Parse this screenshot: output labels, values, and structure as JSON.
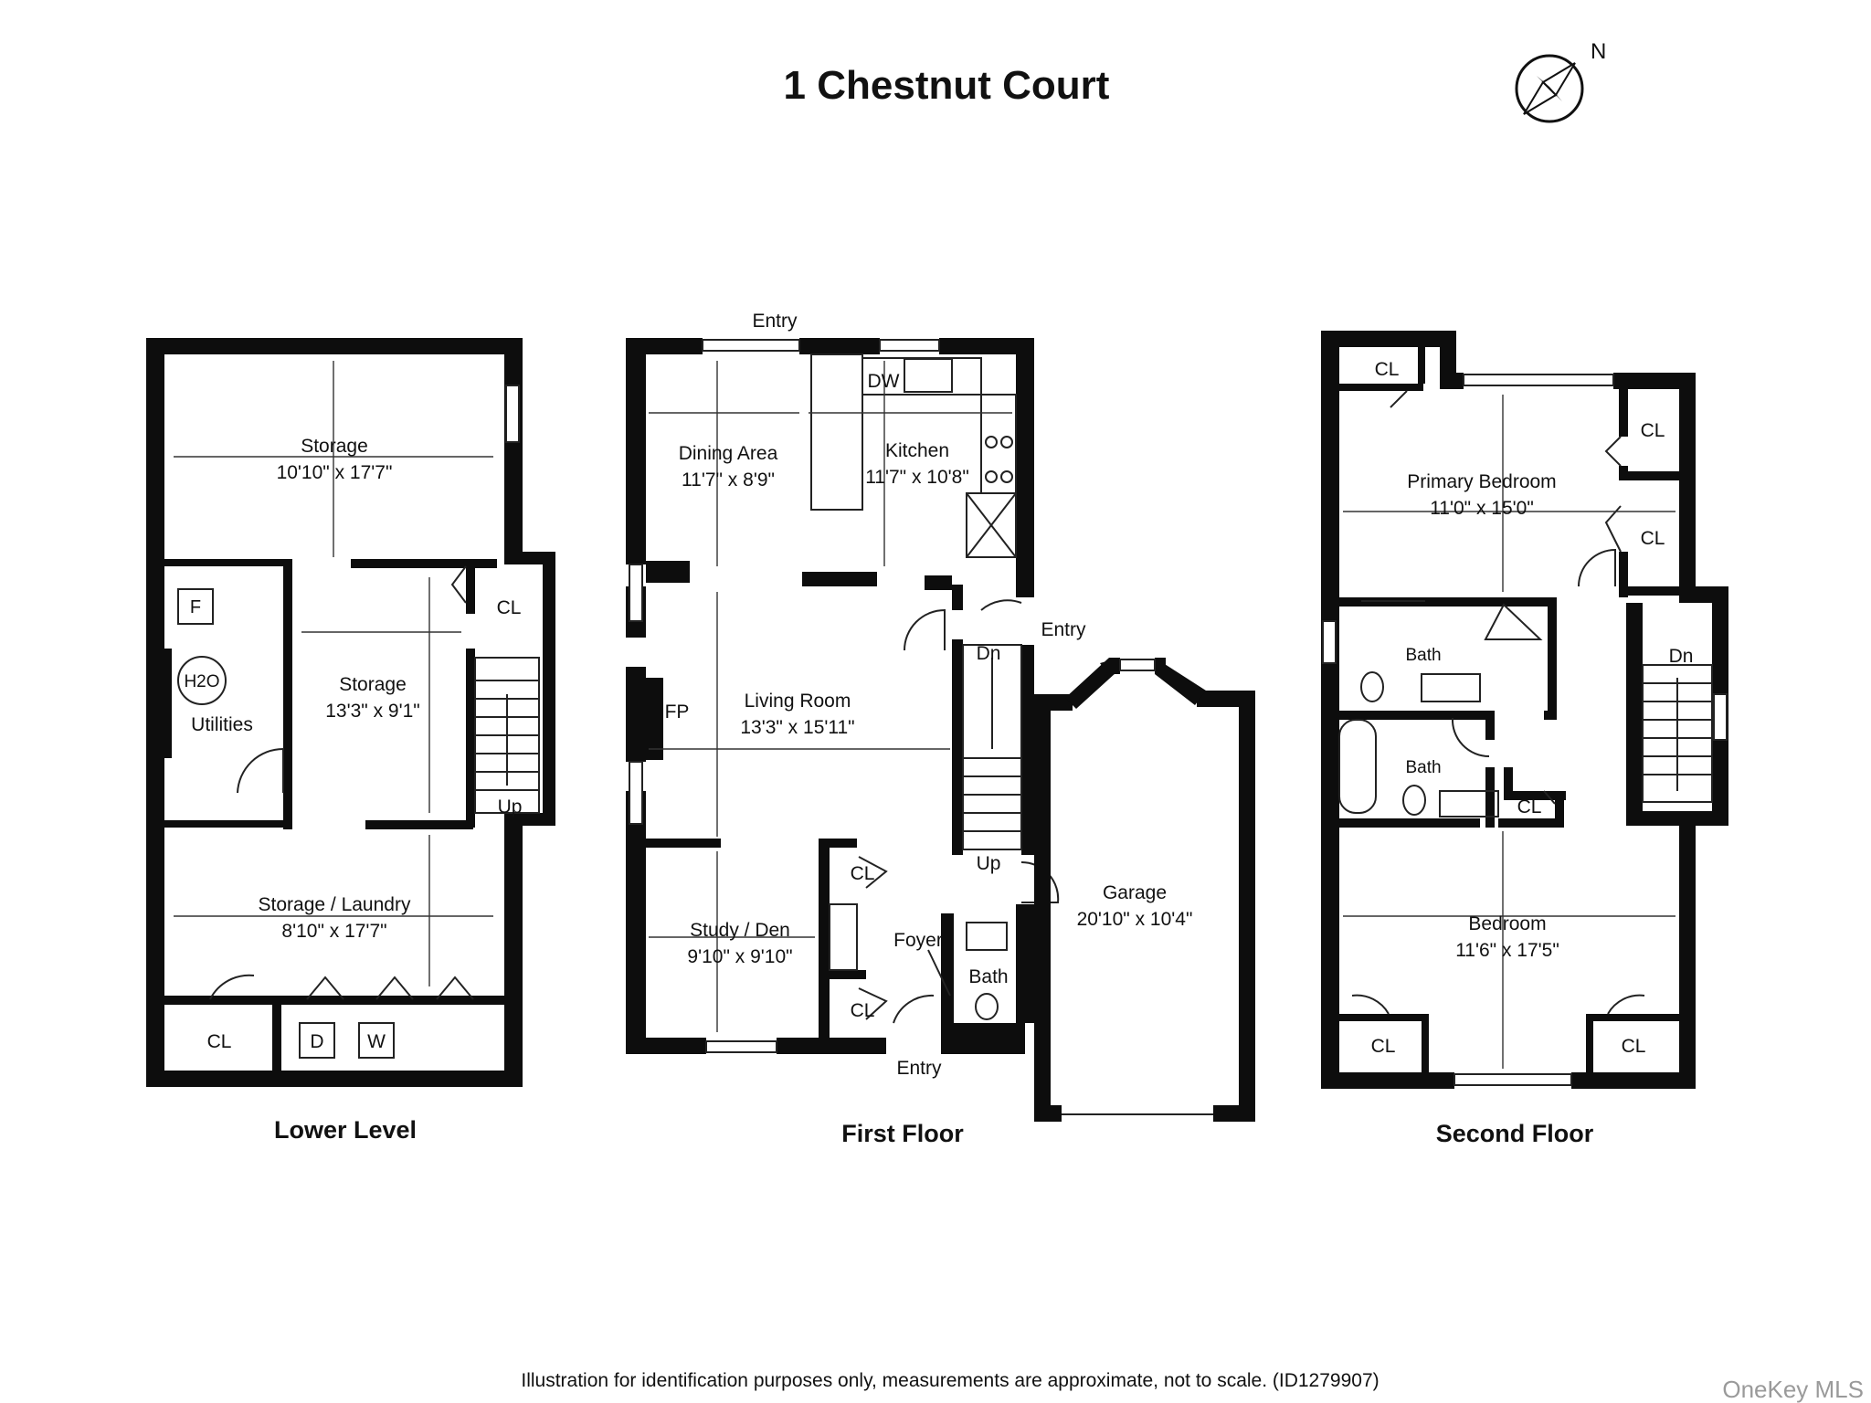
{
  "title": "1 Chestnut Court",
  "compass_label": "N",
  "footer_note": "Illustration for identification purposes only, measurements are approximate, not to scale. (ID1279907)",
  "watermark": "OneKey MLS",
  "floors": {
    "lower": {
      "name": "Lower Level",
      "storage_top": {
        "name": "Storage",
        "dims": "10'10\" x 17'7\""
      },
      "storage_mid": {
        "name": "Storage",
        "dims": "13'3\" x 9'1\""
      },
      "utilities": "Utilities",
      "furnace": "F",
      "water": "H2O",
      "closet": "CL",
      "closet2": "CL",
      "stairs": "Up",
      "laundry": {
        "name": "Storage / Laundry",
        "dims": "8'10\" x 17'7\""
      },
      "dryer": "D",
      "washer": "W"
    },
    "first": {
      "name": "First Floor",
      "entry_top": "Entry",
      "dishwasher": "DW",
      "dining": {
        "name": "Dining Area",
        "dims": "11'7\" x 8'9\""
      },
      "kitchen": {
        "name": "Kitchen",
        "dims": "11'7\" x 10'8\""
      },
      "entry_side": "Entry",
      "stairs_down": "Dn",
      "fireplace": "FP",
      "living": {
        "name": "Living Room",
        "dims": "13'3\" x 15'11\""
      },
      "stairs_up": "Up",
      "closet_a": "CL",
      "closet_b": "CL",
      "study": {
        "name": "Study / Den",
        "dims": "9'10\" x 9'10\""
      },
      "foyer": "Foyer",
      "bath": "Bath",
      "entry_bottom": "Entry",
      "garage": {
        "name": "Garage",
        "dims": "20'10\" x 10'4\""
      }
    },
    "second": {
      "name": "Second Floor",
      "closet_tl": "CL",
      "closet_r1": "CL",
      "closet_r2": "CL",
      "primary": {
        "name": "Primary Bedroom",
        "dims": "11'0\" x 15'0\""
      },
      "bath_1": "Bath",
      "bath_2": "Bath",
      "closet_bath": "CL",
      "stairs_down": "Dn",
      "bedroom": {
        "name": "Bedroom",
        "dims": "11'6\" x 17'5\""
      },
      "closet_bl": "CL",
      "closet_br": "CL"
    }
  }
}
